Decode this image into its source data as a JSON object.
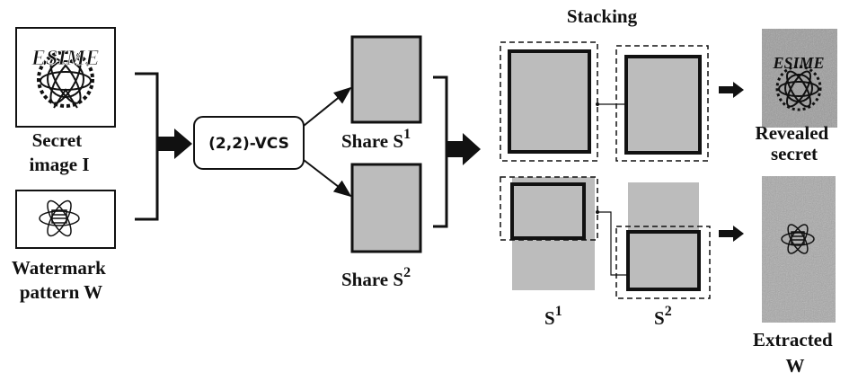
{
  "labels": {
    "secret_line1": "Secret",
    "secret_line2": "image I",
    "watermark_line1": "Watermark",
    "watermark_line2": "pattern W",
    "vcs": "(2,2)-VCS",
    "share1": "Share S",
    "share1_sup": "1",
    "share2": "Share S",
    "share2_sup": "2",
    "stacking": "Stacking",
    "revealed_line1": "Revealed",
    "revealed_line2": "secret",
    "s1": "S",
    "s1_sup": "1",
    "s2": "S",
    "s2_sup": "2",
    "extracted_line1": "Extracted",
    "extracted_line2": "W",
    "logo_text": "ESIME"
  },
  "colors": {
    "share_fill": "#bcbcbc",
    "line": "#111111",
    "noise_bg": "#9a9a9a",
    "noise_bg2": "#a8a8a8"
  }
}
